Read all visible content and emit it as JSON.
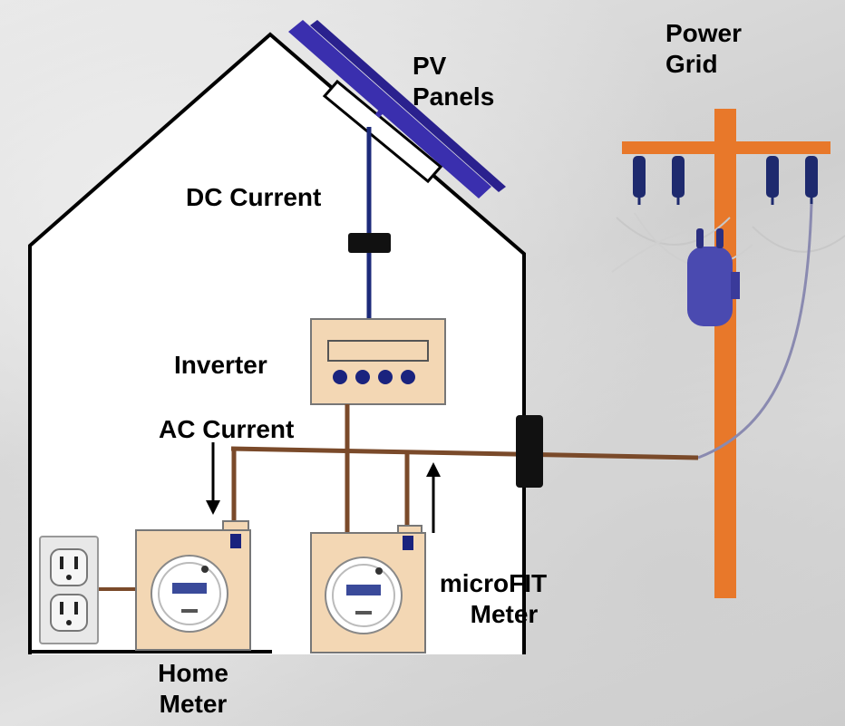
{
  "labels": {
    "pv_line1": "PV",
    "pv_line2": "Panels",
    "grid_line1": "Power",
    "grid_line2": "Grid",
    "dc_current": "DC Current",
    "inverter": "Inverter",
    "ac_current": "AC Current",
    "microfit_line1": "microFIT",
    "microfit_line2": "Meter",
    "home_line1": "Home",
    "home_line2": "Meter"
  },
  "colors": {
    "pv_panel": "#3a2fae",
    "dc_wire": "#1c2a7a",
    "ac_wire": "#7a4a2a",
    "utility_pole": "#e8782a",
    "insulator": "#1e2a6e",
    "transformer": "#4a4ab0",
    "meter_box": "#f3d7b4",
    "inverter_box": "#f3d7b4"
  },
  "icons": [
    "solar-panel",
    "inverter",
    "electric-meter",
    "wall-outlet",
    "utility-pole",
    "transformer",
    "arrow-down",
    "arrow-up"
  ]
}
